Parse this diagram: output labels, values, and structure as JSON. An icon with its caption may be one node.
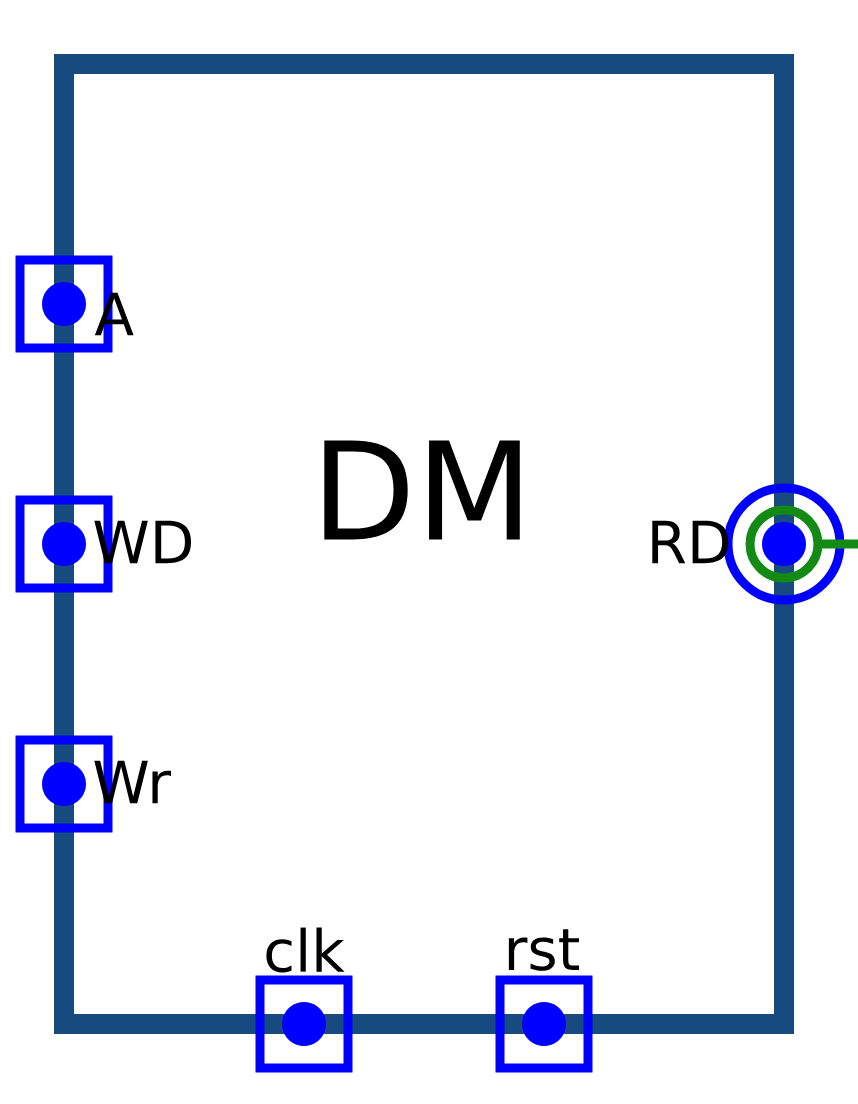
{
  "diagram": {
    "nodes": [
      {
        "text": [
          "DM"
        ]
      }
    ],
    "labels": [
      "A",
      "WD",
      "RD",
      "Wr",
      "clk",
      "rst"
    ]
  }
}
